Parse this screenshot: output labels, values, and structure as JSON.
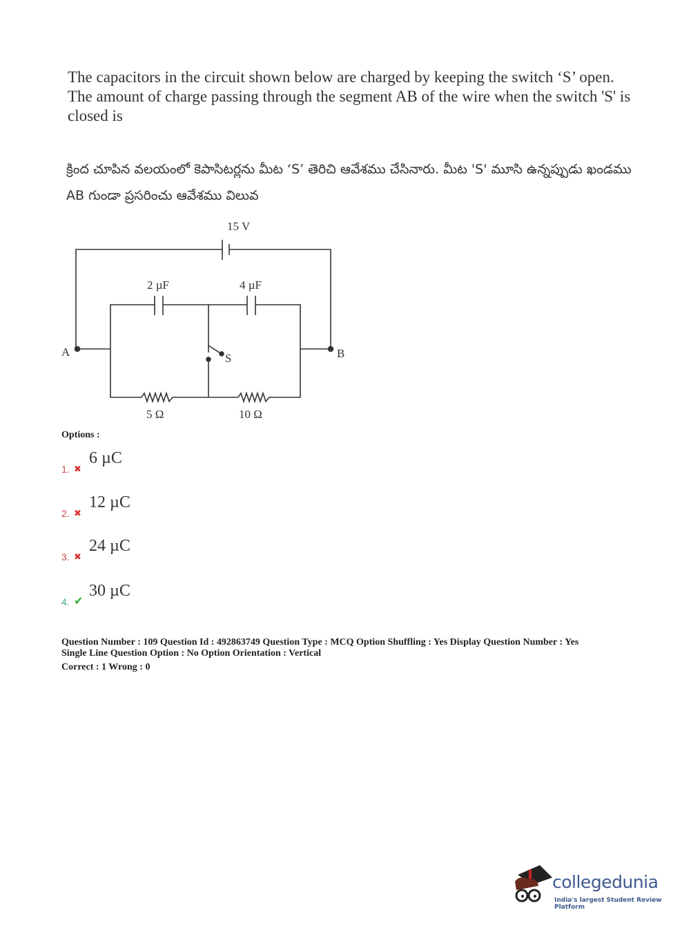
{
  "question": {
    "english": "The capacitors in the circuit shown below are charged by keeping the switch ‘S’ open. The amount of charge passing through the segment AB of the wire when the switch 'S' is closed is",
    "telugu": "క్రింద చూపిన వలయంలో కెపాసిటర్లను మీట ‘S’ తెరిచి ఆవేశము చేసినారు. మీట 'S' మూసి ఉన్నప్పుడు ఖండము AB గుండా ప్రసరించు ఆవేశము విలువ"
  },
  "circuit": {
    "battery": "15 V",
    "c1": "2 µF",
    "c2": "4 µF",
    "r1": "5 Ω",
    "r2": "10 Ω",
    "a": "A",
    "b": "B",
    "s": "S"
  },
  "options_label": "Options :",
  "options": [
    {
      "num": "1.",
      "value": "6 µC",
      "status": "wrong"
    },
    {
      "num": "2.",
      "value": "12 µC",
      "status": "wrong"
    },
    {
      "num": "3.",
      "value": "24 µC",
      "status": "wrong"
    },
    {
      "num": "4.",
      "value": "30 µC",
      "status": "correct"
    }
  ],
  "meta": {
    "line1": "Question Number : 109  Question Id : 492863749  Question Type : MCQ  Option Shuffling : Yes  Display Question Number : Yes",
    "line2": "Single Line Question Option : No  Option Orientation : Vertical",
    "line3": "Correct : 1  Wrong : 0"
  },
  "logo": {
    "brand": "collegedunia",
    "tagline": "India's largest Student Review Platform"
  }
}
